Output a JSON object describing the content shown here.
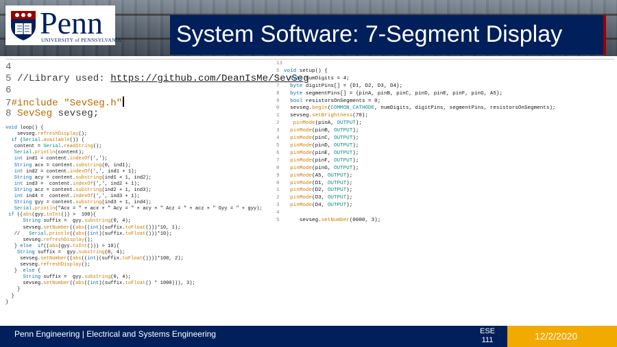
{
  "header": {
    "logo": {
      "name": "Penn",
      "subtitle": "UNIVERSITY of PENNSYLVANIA"
    },
    "title": "System Software: 7-Segment Display"
  },
  "left_big_lines": [
    {
      "n": "4",
      "text": ""
    },
    {
      "n": "5",
      "text": "//Library used: ",
      "link": "https://github.com/DeanIsMe/SevSeg"
    },
    {
      "n": "6",
      "text": ""
    },
    {
      "n": "7",
      "text": "#include \"SevSeg.h\""
    },
    {
      "n": "8",
      "type": "SevSeg",
      "text": " sevseg;"
    }
  ],
  "left_small_lines": [
    "void loop() {",
    "    sevseg.refreshDisplay();",
    "  if (Serial.available()) {",
    "   content = Serial.readString();",
    "   Serial.println(content);",
    "   int ind1 = content.indexOf(',');",
    "   String acx = content.substring(0, ind1);",
    "   int ind2 = content.indexOf(',', ind1 + 1);",
    "   String acy = content.substring(ind1 + 1, ind2);",
    "   int ind3 =  content.indexOf(',', ind2 + 1);",
    "   String acz = content.substring(ind2 + 1, ind3);",
    "   int ind4 =  content.indexOf(',', ind3 + 1);",
    "   String gyy = content.substring(ind3 + 1, ind4);",
    "   Serial.println(\"Acx = \" + acx + \" Acy = \" + acy + \" Acz = \" + acz + \" Gyy = \" + gyy);",
    "",
    " if ((abs(gyy.toInt()) >  100){",
    "      String suffix =  gyy.substring(0, 4);",
    "      sevseg.setNumber((abs((int)(suffix.toFloat()))*10, 1);",
    "   //   Serial.println((abs((int)(suffix.toFloat()))*10);",
    "      sevseg.refreshDisplay();",
    "   } else  if((abs(gyy.toInt())) > 10){",
    "    String suffix =  gyy.substring(0, 4);",
    "     sevseg.setNumber((abs((int)(suffix.toFloat())))*100, 2);",
    "     sevseg.refreshDisplay();",
    "   }  else {",
    "      String suffix =  gyy.substring(0, 4);",
    "      sevseg.setNumber((abs((int)(suffix.toFloat() * 1000))), 3);",
    "",
    "    }",
    "  }",
    "}"
  ],
  "left_small_numbers": [
    "",
    "",
    "",
    "",
    "",
    "",
    "",
    "",
    "",
    "",
    "",
    "",
    "",
    "",
    "",
    "",
    "",
    "",
    "",
    "",
    "",
    "",
    "",
    "",
    "",
    "",
    "",
    "",
    "",
    "",
    ""
  ],
  "right_lines": [
    {
      "n": "13",
      "text": ""
    },
    {
      "n": "5",
      "text": "void setup() {"
    },
    {
      "n": "6",
      "text": "  byte numDigits = 4;"
    },
    {
      "n": "7",
      "text": "  byte digitPins[] = {D1, D2, D3, D4};"
    },
    {
      "n": "8",
      "text": "  byte segmentPins[] = {pinA, pinB, pinC, pinD, pinE, pinF, pinG, A5};"
    },
    {
      "n": "9",
      "text": "  bool resistorsOnSegments = 0;"
    },
    {
      "n": "0",
      "text": "  sevseg.begin(COMMON_CATHODE, numDigits, digitPins, segmentPins, resistorsOnSegments);"
    },
    {
      "n": "1",
      "text": "  sevseg.setBrightness(70);"
    },
    {
      "n": "2",
      "text": "   pinMode(pinA, OUTPUT);"
    },
    {
      "n": "3",
      "text": "  pinMode(pinB, OUTPUT);"
    },
    {
      "n": "4",
      "text": "  pinMode(pinC, OUTPUT);"
    },
    {
      "n": "5",
      "text": "  pinMode(pinD, OUTPUT);"
    },
    {
      "n": "6",
      "text": "  pinMode(pinE, OUTPUT);"
    },
    {
      "n": "7",
      "text": "  pinMode(pinF, OUTPUT);"
    },
    {
      "n": "8",
      "text": "  pinMode(pinG, OUTPUT);"
    },
    {
      "n": "9",
      "text": "  pinMode(A5, OUTPUT);"
    },
    {
      "n": "0",
      "text": "  pinMode(D1, OUTPUT);"
    },
    {
      "n": "1",
      "text": "  pinMode(D2, OUTPUT);"
    },
    {
      "n": "2",
      "text": "  pinMode(D3, OUTPUT);"
    },
    {
      "n": "3",
      "text": "  pinMode(D4, OUTPUT);"
    },
    {
      "n": "4",
      "text": ""
    },
    {
      "n": "5",
      "text": "     sevseg.setNumber(0000, 3);"
    }
  ],
  "footer": {
    "department": "Penn Engineering | Electrical and Systems Engineering",
    "course_line1": "ESE",
    "course_line2": "111",
    "date": "12/2/2020"
  },
  "colors": {
    "penn_blue": "#011f5b",
    "penn_red": "#990000",
    "date_gold": "#f2a900"
  }
}
